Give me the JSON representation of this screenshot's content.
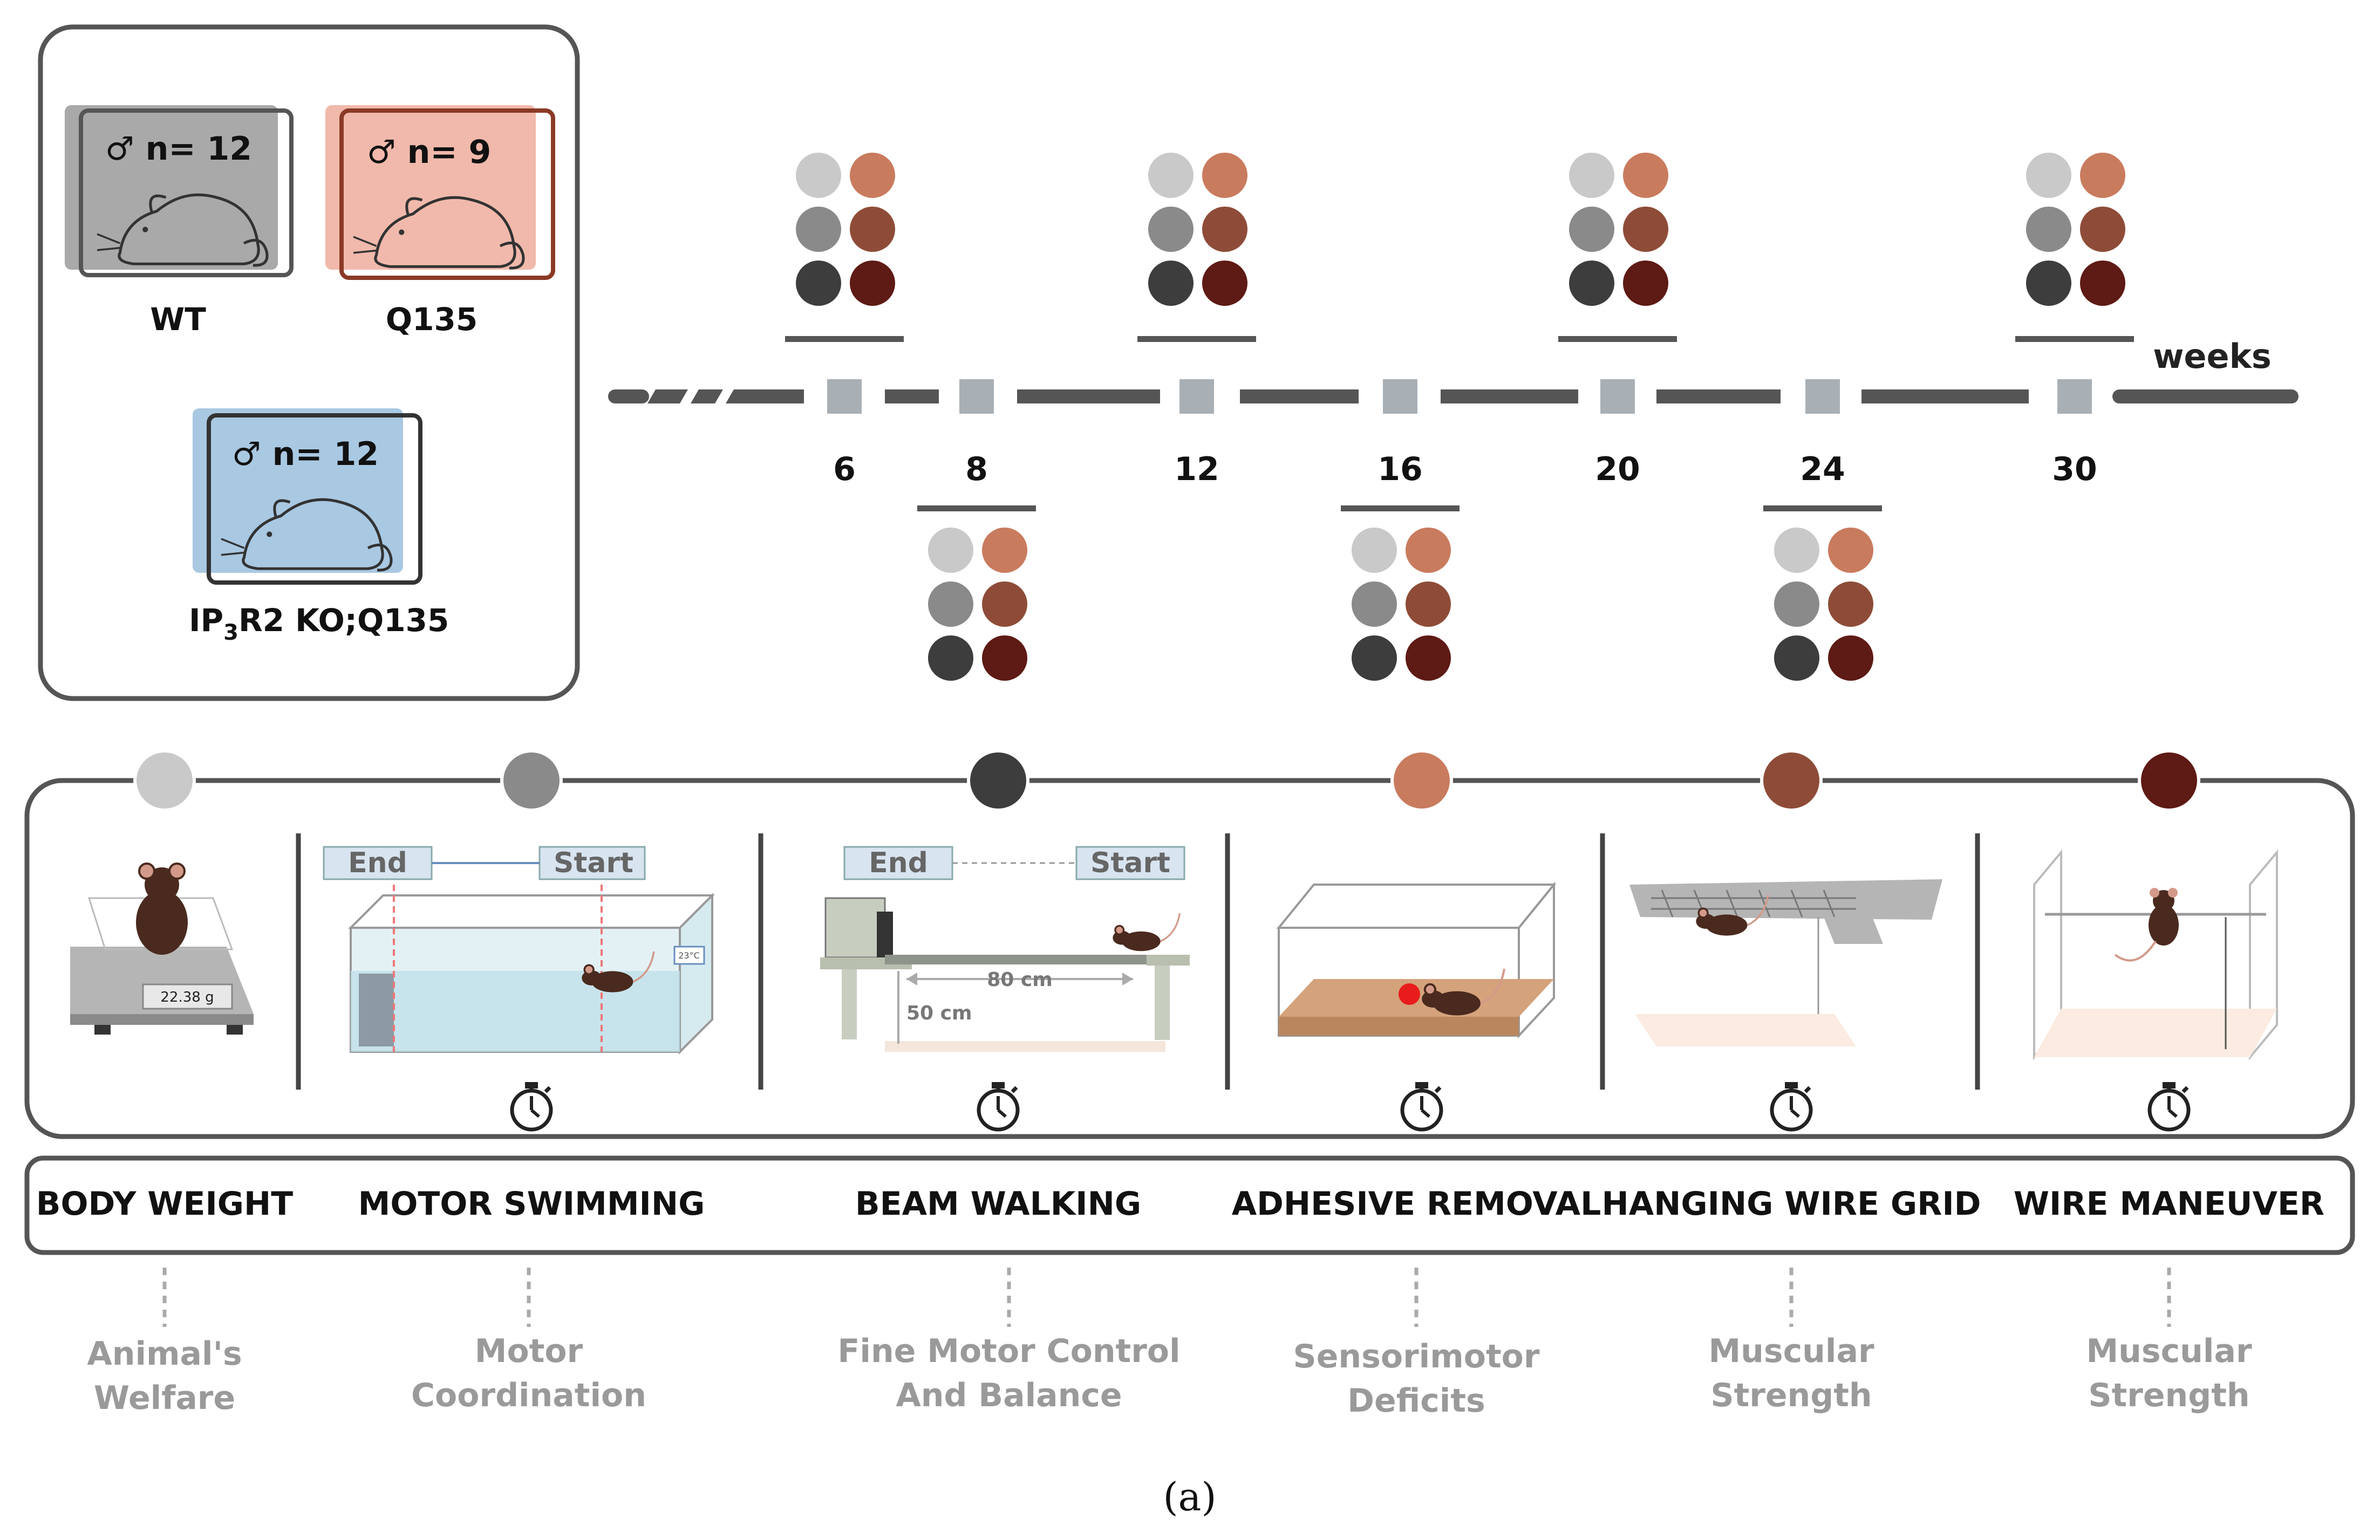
{
  "groups": [
    {
      "id": "wt",
      "sex_n": "♂ n= 12",
      "name": "WT",
      "fill": "#a9a9a9",
      "border": "#555555"
    },
    {
      "id": "q135",
      "sex_n": "♂ n= 9",
      "name": "Q135",
      "fill": "#f1b9ab",
      "border": "#8a3a26"
    },
    {
      "id": "ko",
      "sex_n": "♂ n= 12",
      "name_main": "IP",
      "name_sub": "3",
      "name_rest": "R2 KO;Q135",
      "fill": "#a9c8e2",
      "border": "#333333"
    }
  ],
  "timeline": {
    "unit": "weeks",
    "ticks": [
      "6",
      "8",
      "12",
      "16",
      "20",
      "24",
      "30"
    ]
  },
  "test_colors": [
    "#c9c9c9",
    "#8a8a8a",
    "#3d3d3d",
    "#c97b5e",
    "#8e4c38",
    "#5e1a14"
  ],
  "tests": [
    {
      "name": "BODY WEIGHT",
      "purpose_l1": "Animal's",
      "purpose_l2": "Welfare",
      "timed": false
    },
    {
      "name": "MOTOR SWIMMING",
      "purpose_l1": "Motor",
      "purpose_l2": "Coordination",
      "timed": true,
      "end": "End",
      "start": "Start",
      "temp": "23°C"
    },
    {
      "name": "BEAM WALKING",
      "purpose_l1": "Fine Motor Control",
      "purpose_l2": "And Balance",
      "timed": true,
      "end": "End",
      "start": "Start",
      "length": "80 cm",
      "height": "50 cm"
    },
    {
      "name": "ADHESIVE REMOVAL",
      "purpose_l1": "Sensorimotor",
      "purpose_l2": "Deficits",
      "timed": true
    },
    {
      "name": "HANGING WIRE GRID",
      "purpose_l1": "Muscular",
      "purpose_l2": "Strength",
      "timed": true
    },
    {
      "name": "WIRE MANEUVER",
      "purpose_l1": "Muscular",
      "purpose_l2": "Strength",
      "timed": true
    }
  ],
  "scale_reading": "22.38 g",
  "caption": "(a)"
}
